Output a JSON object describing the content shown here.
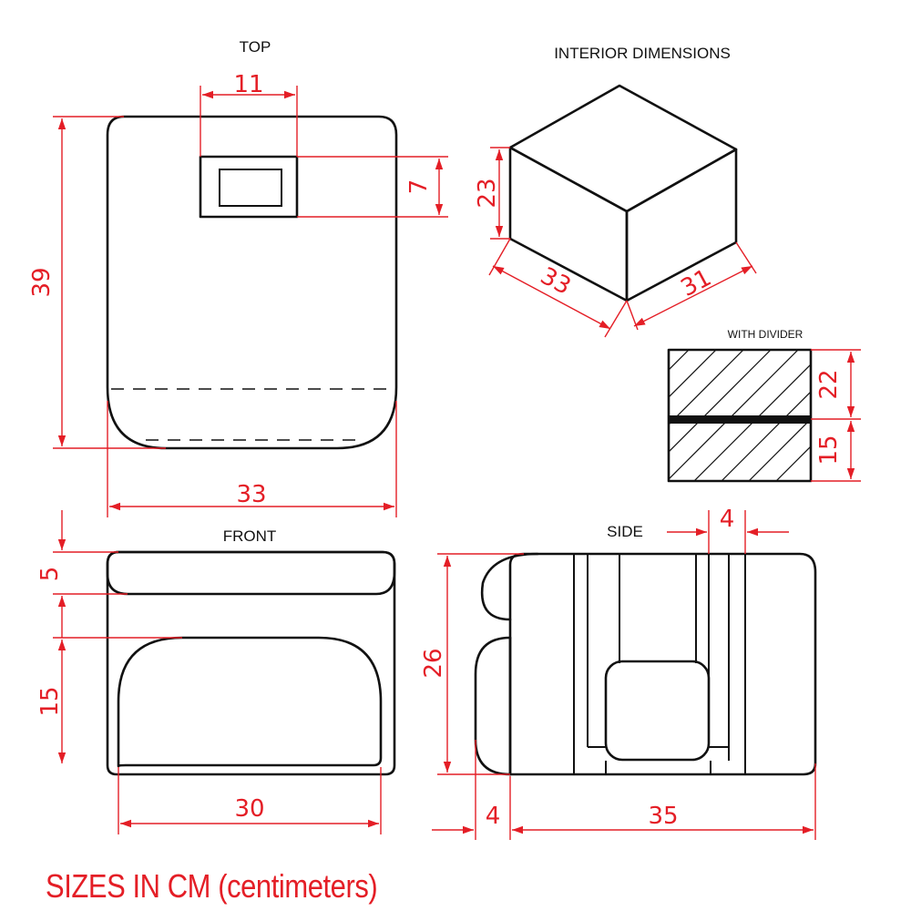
{
  "colors": {
    "lines": "#111111",
    "dimensions": "#e41e26",
    "background": "#ffffff"
  },
  "views": {
    "top": {
      "title": "TOP",
      "width": "33",
      "depth": "39",
      "handle_width": "11",
      "handle_height": "7"
    },
    "interior": {
      "title": "INTERIOR DIMENSIONS",
      "height": "23",
      "length": "33",
      "width": "31"
    },
    "divider": {
      "title": "WITH DIVIDER",
      "upper": "22",
      "lower": "15"
    },
    "front": {
      "title": "FRONT",
      "lid": "5",
      "pocket_height": "15",
      "pocket_width": "30"
    },
    "side": {
      "title": "SIDE",
      "strap_width": "4",
      "height": "26",
      "pocket_depth": "4",
      "length": "35"
    }
  },
  "footer": {
    "note": "SIZES IN CM (centimeters)"
  }
}
